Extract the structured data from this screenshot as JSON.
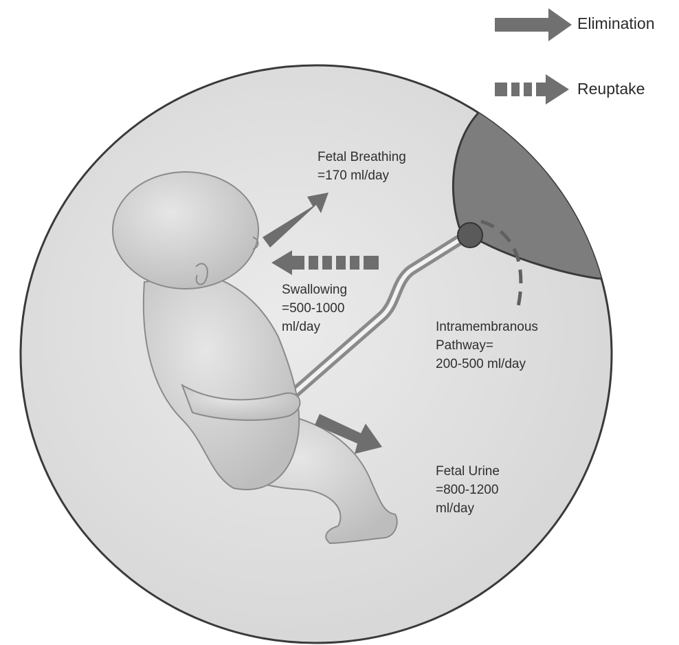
{
  "legend": {
    "elimination": "Elimination",
    "reuptake": "Reuptake"
  },
  "labels": {
    "fetal_breathing": [
      "Fetal Breathing",
      "=170 ml/day"
    ],
    "swallowing": [
      "Swallowing",
      "=500-1000",
      "ml/day"
    ],
    "intramembranous": [
      "Intramembranous",
      "Pathway=",
      "200-500 ml/day"
    ],
    "fetal_urine": [
      "Fetal Urine",
      "=800-1200",
      "ml/day"
    ]
  },
  "colors": {
    "amniotic_fluid": "#dedede",
    "sac_outline": "#3a3a3a",
    "placenta": "#7d7d7d",
    "fetus_skin": "#d2d2d2",
    "arrow": "#707070",
    "umbilical_cord": "#8a8a8a"
  }
}
